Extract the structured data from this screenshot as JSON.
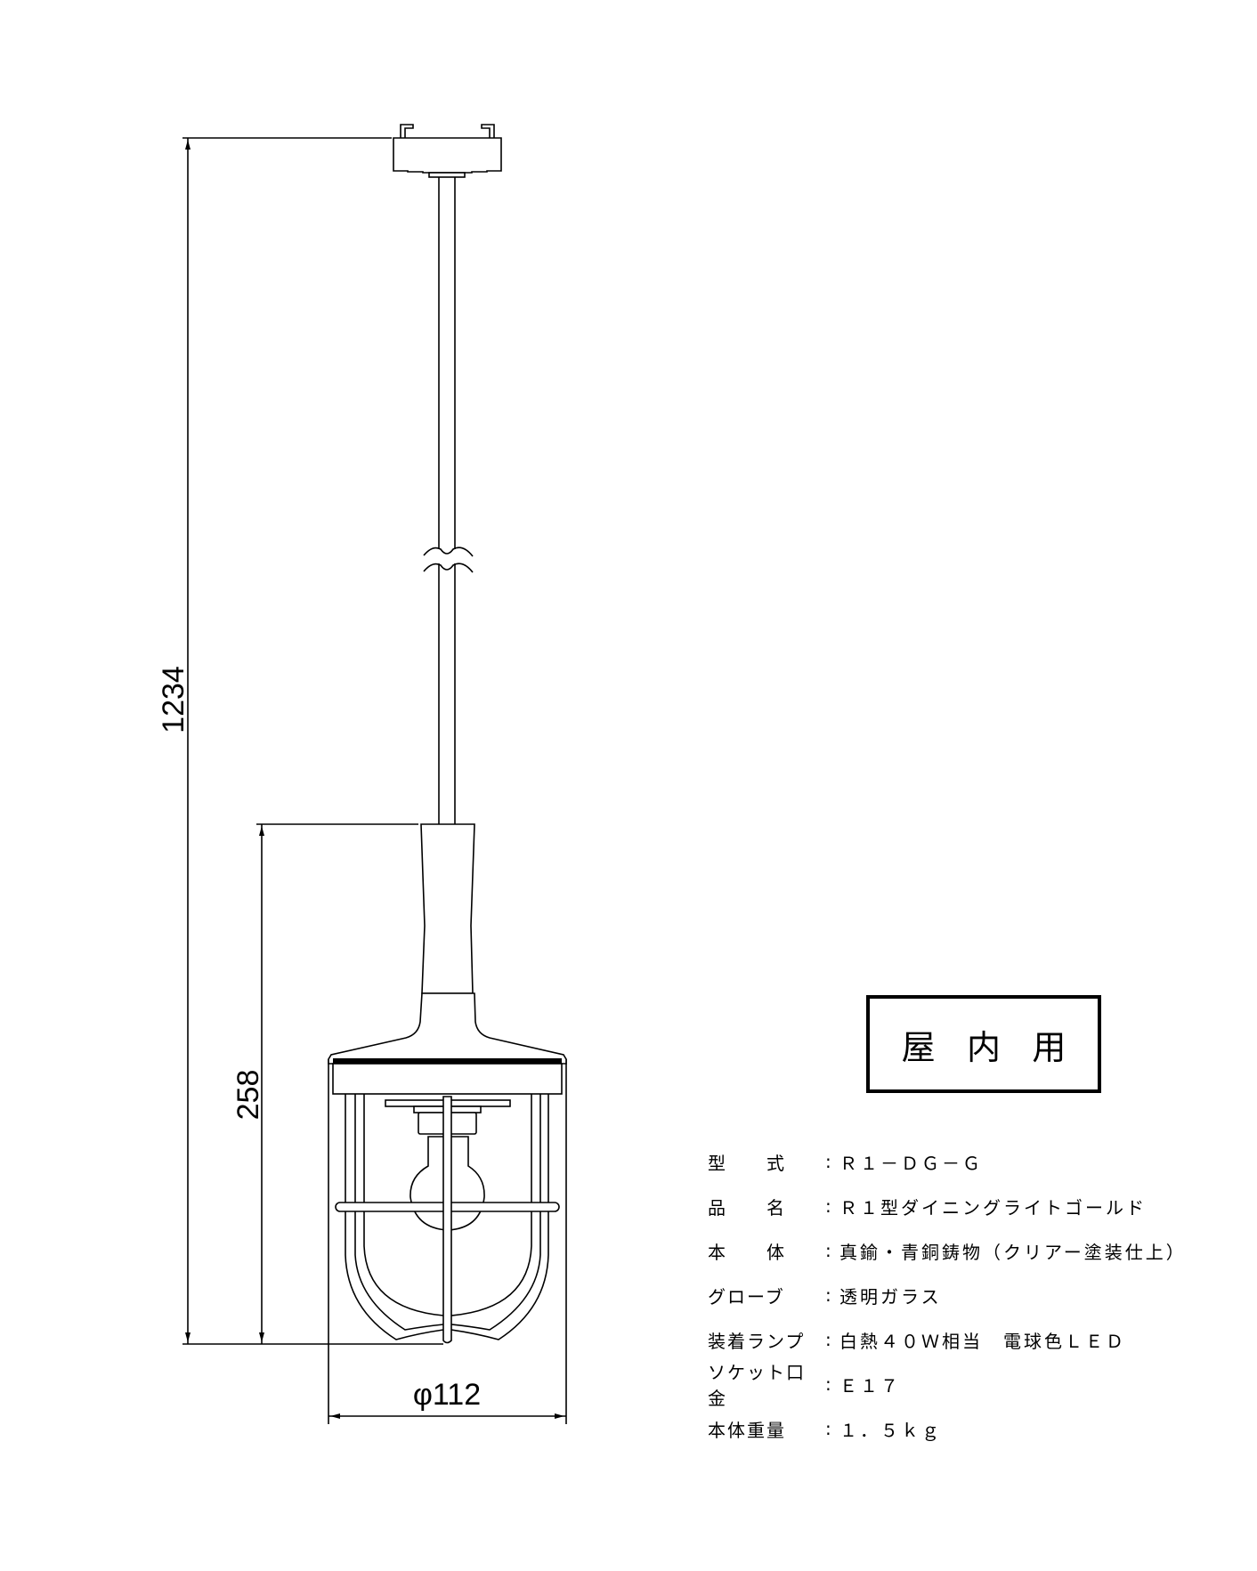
{
  "dimensions": {
    "total_height": "1234",
    "body_height": "258",
    "diameter": "φ112"
  },
  "usage_label": [
    "屋",
    "内",
    "用"
  ],
  "specs": [
    {
      "label": "型　　式",
      "value": "Ｒ１－ＤＧ－Ｇ"
    },
    {
      "label": "品　　名",
      "value": "Ｒ１型ダイニングライトゴールド"
    },
    {
      "label": "本　　体",
      "value": "真鍮・青銅鋳物（クリアー塗装仕上）"
    },
    {
      "label": "グローブ",
      "value": "透明ガラス"
    },
    {
      "label": "装着ランプ",
      "value": "白熱４０Ｗ相当　電球色ＬＥＤ"
    },
    {
      "label": "ソケット口金",
      "value": "Ｅ１７"
    },
    {
      "label": "本体重量",
      "value": "１．５ｋｇ"
    }
  ],
  "colors": {
    "line": "#000000",
    "background": "#ffffff"
  }
}
